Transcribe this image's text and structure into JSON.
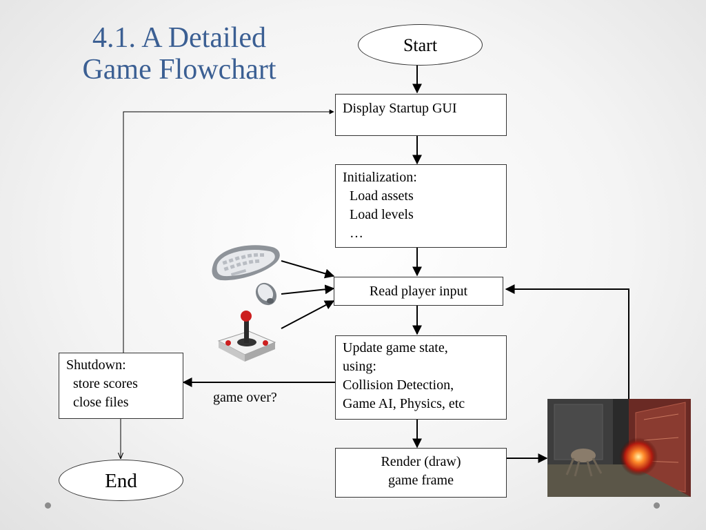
{
  "slide": {
    "title_line1": "4.1. A Detailed",
    "title_line2": "Game Flowchart"
  },
  "nodes": {
    "start": "Start",
    "display_startup": "Display Startup GUI",
    "init": [
      "Initialization:",
      "  Load assets",
      "  Load levels",
      "  …"
    ],
    "read_input": "Read player input",
    "update": [
      "Update game state,",
      "using:",
      "Collision Detection,",
      "Game AI, Physics, etc"
    ],
    "render": [
      "Render (draw)",
      "game frame"
    ],
    "shutdown": [
      "Shutdown:",
      "  store scores",
      "  close files"
    ],
    "end": "End"
  },
  "edge_labels": {
    "game_over": "game over?"
  },
  "icons": {
    "keyboard": "keyboard-icon",
    "mouse": "mouse-icon",
    "joystick": "joystick-icon",
    "screenshot": "game-screenshot-image"
  }
}
